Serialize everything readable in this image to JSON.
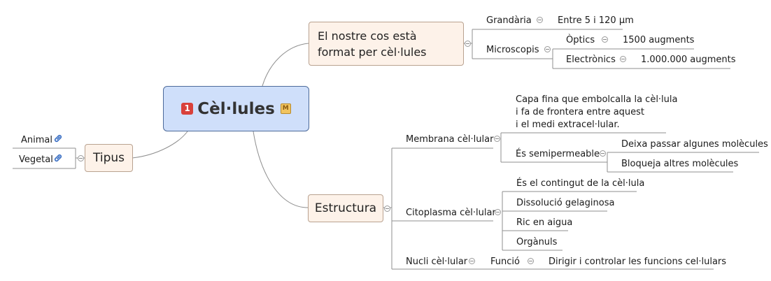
{
  "central": {
    "priority": "1",
    "title": "Cèl·lules",
    "marker": "M"
  },
  "tipus": {
    "label": "Tipus",
    "items": [
      "Animal",
      "Vegetal"
    ]
  },
  "cos": {
    "label": "El nostre cos està format per cèl·lules",
    "grandaria": {
      "label": "Grandària",
      "value": "Entre 5 i 120 µm"
    },
    "microscopis": {
      "label": "Microscopis",
      "optics": {
        "label": "Òptics",
        "value": "1500 augments"
      },
      "electronics": {
        "label": "Electrònics",
        "value": "1.000.000 augments"
      }
    }
  },
  "estructura": {
    "label": "Estructura",
    "membrana": {
      "label": "Membrana cèl·lular",
      "desc": [
        "Capa fina que embolcalla la cèl·lula",
        "i fa de frontera entre aquest",
        "i el medi extracel·lular."
      ],
      "semipermeable": {
        "label": "És semipermeable",
        "items": [
          "Deixa passar algunes molècules",
          "Bloqueja altres molècules"
        ]
      }
    },
    "citoplasma": {
      "label": "Citoplasma cèl·lular",
      "items": [
        "És el contingut de la cèl·lula",
        "Dissolució gelaginosa",
        "Ric en aigua",
        "Orgànuls"
      ]
    },
    "nucli": {
      "label": "Nucli cèl·lular",
      "funcio": {
        "label": "Funció",
        "value": "Dirigir i controlar les funcions cel·lulars"
      }
    }
  }
}
